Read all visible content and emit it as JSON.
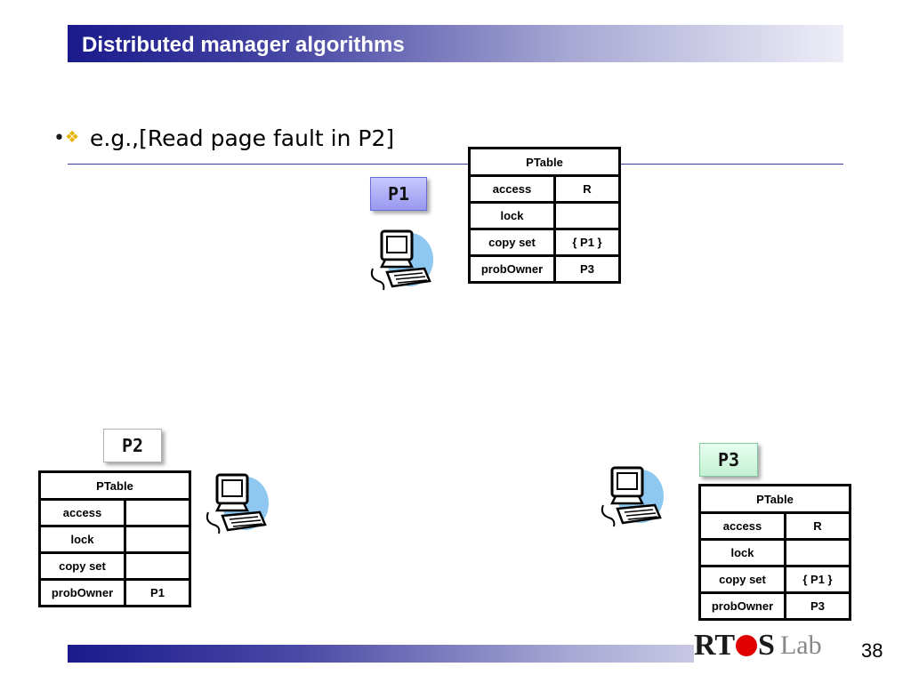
{
  "slide": {
    "title": "Distributed manager algorithms",
    "bullet": "e.g.,[Read page fault in P2]",
    "page_number": "38"
  },
  "logo": {
    "text_rt": "RT",
    "text_s": "S",
    "text_lab": "Lab"
  },
  "processors": {
    "p1": {
      "label": "P1",
      "table": {
        "header": "PTable",
        "rows": [
          {
            "key": "access",
            "value": "R"
          },
          {
            "key": "lock",
            "value": ""
          },
          {
            "key": "copy set",
            "value": "{ P1 }"
          },
          {
            "key": "probOwner",
            "value": "P3"
          }
        ]
      }
    },
    "p2": {
      "label": "P2",
      "table": {
        "header": "PTable",
        "rows": [
          {
            "key": "access",
            "value": ""
          },
          {
            "key": "lock",
            "value": ""
          },
          {
            "key": "copy set",
            "value": ""
          },
          {
            "key": "probOwner",
            "value": "P1"
          }
        ]
      }
    },
    "p3": {
      "label": "P3",
      "table": {
        "header": "PTable",
        "rows": [
          {
            "key": "access",
            "value": "R"
          },
          {
            "key": "lock",
            "value": ""
          },
          {
            "key": "copy set",
            "value": "{ P1 }"
          },
          {
            "key": "probOwner",
            "value": "P3"
          }
        ]
      }
    }
  },
  "icons": {
    "computer": "computer-icon",
    "bullet": "diamond-bullet-icon"
  },
  "colors": {
    "title_bar": "#1a1a8c",
    "p1_box": "#9898f0",
    "p3_box": "#c4f0d4",
    "computer_blob": "#8ec8f0",
    "logo_dot": "#e00000"
  }
}
